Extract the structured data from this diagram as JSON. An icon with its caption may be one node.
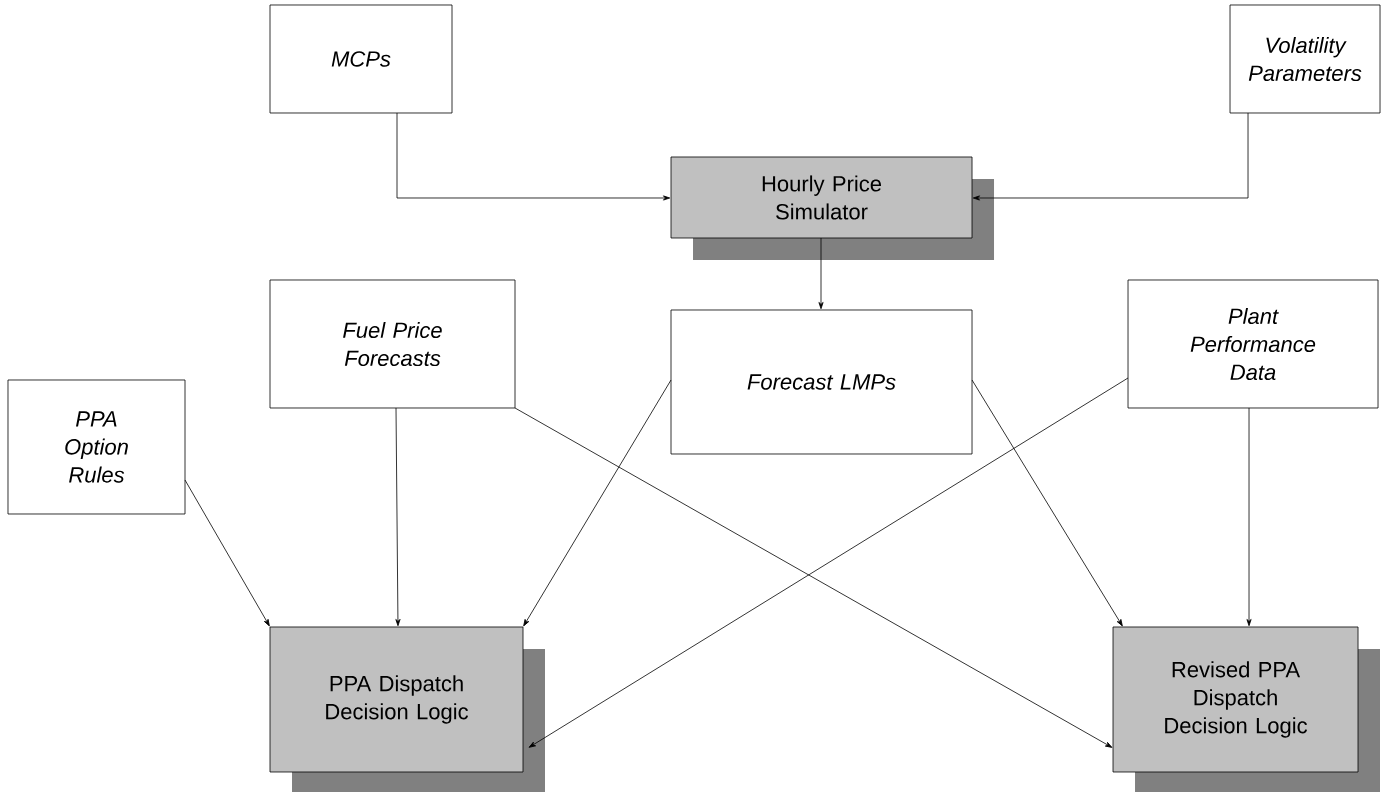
{
  "diagram": {
    "nodes": [
      {
        "text": [
          "MCPs"
        ]
      },
      {
        "text": [
          "Volatility Parameters"
        ]
      },
      {
        "text": [
          "Hourly Price Simulator"
        ]
      },
      {
        "text": [
          "Fuel Price Forecasts"
        ]
      },
      {
        "text": [
          "Forecast LMPs"
        ]
      },
      {
        "text": [
          "Plant Performance Data"
        ]
      },
      {
        "text": [
          "PPA Option Rules"
        ]
      },
      {
        "text": [
          "PPA Dispatch Decision Logic"
        ]
      },
      {
        "text": [
          "Revised PPA Dispatch Decision Logic"
        ]
      }
    ],
    "edges": [
      {
        "from": 0,
        "to": 2,
        "arrow": "to"
      },
      {
        "from": 1,
        "to": 2,
        "arrow": "to"
      },
      {
        "from": 2,
        "to": 4,
        "arrow": "to"
      },
      {
        "from": 3,
        "to": 7,
        "arrow": "to"
      },
      {
        "from": 3,
        "to": 8,
        "arrow": "to"
      },
      {
        "from": 4,
        "to": 7,
        "arrow": "to"
      },
      {
        "from": 4,
        "to": 8,
        "arrow": "to"
      },
      {
        "from": 5,
        "to": 7,
        "arrow": "to"
      },
      {
        "from": 5,
        "to": 8,
        "arrow": "to"
      },
      {
        "from": 6,
        "to": 7,
        "arrow": "to"
      }
    ]
  }
}
